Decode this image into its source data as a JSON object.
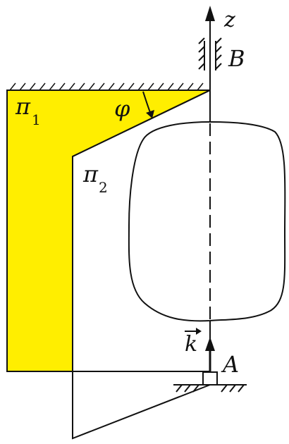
{
  "colors": {
    "plane_fill": "#ffee00",
    "stroke": "#111111",
    "background": "#ffffff"
  },
  "labels": {
    "z_axis": "z",
    "bearing_top": "B",
    "bearing_bottom": "A",
    "angle": "φ",
    "plane1": "π",
    "plane1_sub": "1",
    "plane2": "π",
    "plane2_sub": "2",
    "unit_vector": "k"
  }
}
